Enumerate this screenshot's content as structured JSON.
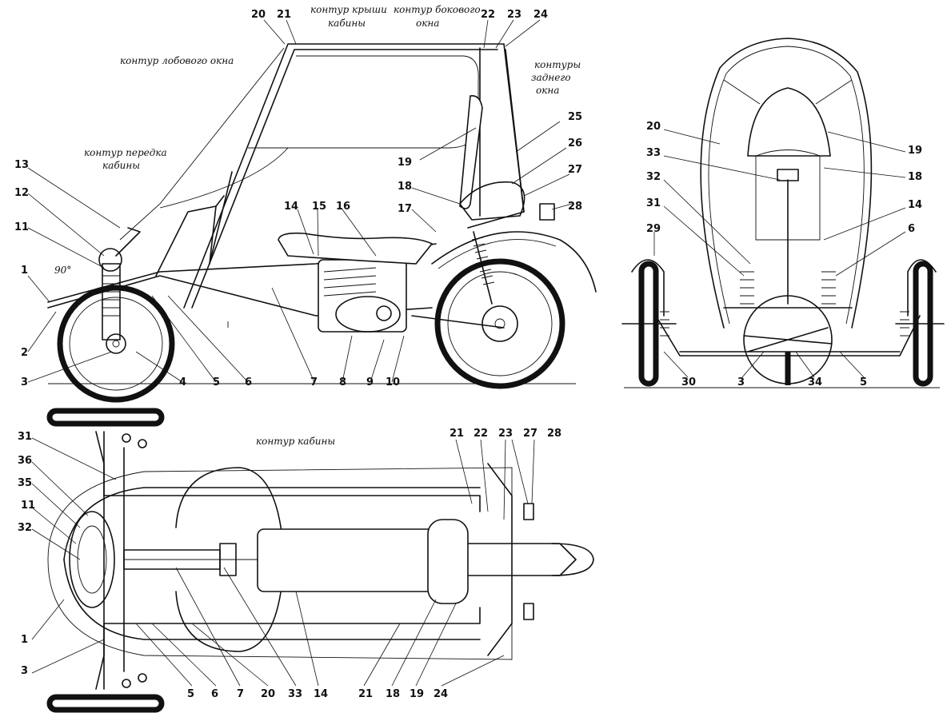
{
  "captions": {
    "roof": [
      "контур крыши",
      "кабины"
    ],
    "side_window": [
      "контур бокового",
      "окна"
    ],
    "windshield": [
      "контур лобового окна"
    ],
    "rear_window": [
      "контуры",
      "заднего",
      "окна"
    ],
    "cabin_front": [
      "контур передка",
      "кабины"
    ],
    "cabin": [
      "контур кабины"
    ],
    "angle": [
      "90°"
    ]
  },
  "callouts": {
    "side": [
      "20",
      "21",
      "22",
      "23",
      "24",
      "25",
      "26",
      "27",
      "28",
      "19",
      "18",
      "17",
      "14",
      "15",
      "16",
      "13",
      "12",
      "11",
      "1",
      "2",
      "3",
      "4",
      "5",
      "6",
      "7",
      "8",
      "9",
      "10"
    ],
    "front": [
      "20",
      "33",
      "32",
      "31",
      "29",
      "19",
      "18",
      "14",
      "6",
      "30",
      "3",
      "34",
      "5"
    ],
    "top": [
      "31",
      "36",
      "35",
      "11",
      "32",
      "1",
      "3",
      "21",
      "22",
      "23",
      "27",
      "28",
      "5",
      "6",
      "7",
      "20",
      "33",
      "14",
      "21",
      "18",
      "19",
      "24"
    ]
  }
}
